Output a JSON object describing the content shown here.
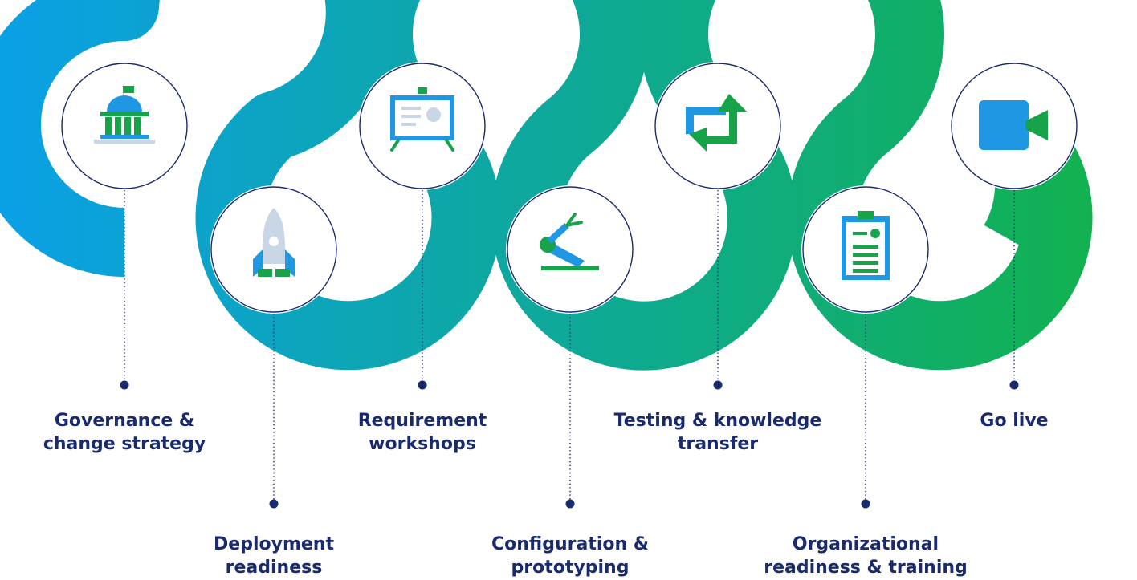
{
  "colors": {
    "gradient_start": "#0aa0e6",
    "gradient_end": "#12b24a",
    "label_text": "#1a2b6d",
    "leader_line": "#1a2b6d",
    "circle_outline": "#1a2b6d",
    "icon_blue": "#1f97e3",
    "icon_green": "#17a34a",
    "icon_light": "#c8d6e6"
  },
  "steps": [
    {
      "icon": "government-building-icon",
      "label_lines": [
        "Governance &",
        "change strategy"
      ]
    },
    {
      "icon": "rocket-icon",
      "label_lines": [
        "Deployment",
        "readiness"
      ]
    },
    {
      "icon": "presentation-board-icon",
      "label_lines": [
        "Requirement",
        "workshops"
      ]
    },
    {
      "icon": "robotic-arm-icon",
      "label_lines": [
        "Configuration &",
        "prototyping"
      ]
    },
    {
      "icon": "cycle-arrows-icon",
      "label_lines": [
        "Testing & knowledge",
        "transfer"
      ]
    },
    {
      "icon": "clipboard-icon",
      "label_lines": [
        "Organizational",
        "readiness & training"
      ]
    },
    {
      "icon": "video-camera-icon",
      "label_lines": [
        "Go live"
      ]
    }
  ]
}
